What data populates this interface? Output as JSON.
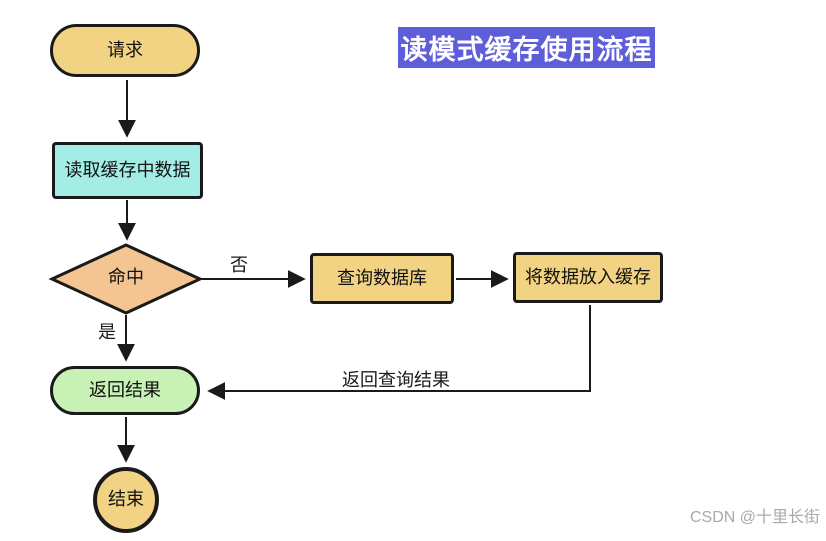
{
  "title": {
    "text": "读模式缓存使用流程",
    "bg": "#5e5edb",
    "color": "#ffffff"
  },
  "watermark": "CSDN @十里长街",
  "colors": {
    "line": "#1a1a1a",
    "canvas_bg": "#ffffff"
  },
  "nodes": {
    "request": {
      "label": "请求",
      "shape": "terminator",
      "fill": "#f2d384"
    },
    "read_cache": {
      "label": "读取缓存中数据",
      "shape": "process",
      "fill": "#a4ede6"
    },
    "hit": {
      "label": "命中",
      "shape": "decision",
      "fill": "#f4c492"
    },
    "query_db": {
      "label": "查询数据库",
      "shape": "process",
      "fill": "#f2d384"
    },
    "put_cache": {
      "label": "将数据放入缓存",
      "shape": "process",
      "fill": "#f2d384"
    },
    "return_result": {
      "label": "返回结果",
      "shape": "terminator",
      "fill": "#c8f2b5"
    },
    "end": {
      "label": "结束",
      "shape": "terminator",
      "fill": "#f2d384"
    }
  },
  "edges": {
    "request_to_read": {
      "label": ""
    },
    "read_to_hit": {
      "label": ""
    },
    "hit_no_to_querydb": {
      "label": "否"
    },
    "querydb_to_putcache": {
      "label": ""
    },
    "hit_yes_to_return": {
      "label": "是"
    },
    "putcache_to_return": {
      "label": "返回查询结果"
    },
    "return_to_end": {
      "label": ""
    }
  }
}
